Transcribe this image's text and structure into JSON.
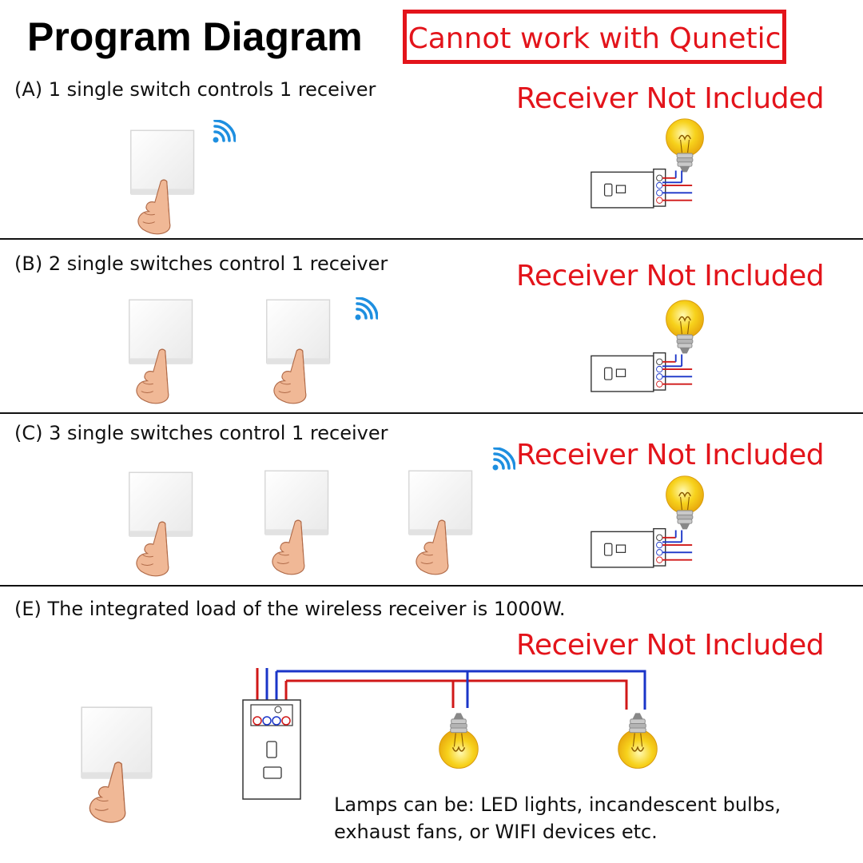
{
  "header": {
    "title": "Program Diagram",
    "warning": "Cannot work with Qunetic"
  },
  "sections": [
    {
      "label": "(A) 1 single switch controls 1 receiver",
      "notice": "Receiver Not Included",
      "switch_count": 1
    },
    {
      "label": "(B) 2 single switches control 1 receiver",
      "notice": "Receiver Not Included",
      "switch_count": 2
    },
    {
      "label": "(C) 3 single switches control 1 receiver",
      "notice": "Receiver Not Included",
      "switch_count": 3
    },
    {
      "label": "(E) The integrated load of the wireless receiver is 1000W.",
      "notice": "Receiver Not Included",
      "lamp_count": 2
    }
  ],
  "note": {
    "line1": "Lamps can be: LED lights, incandescent bulbs,",
    "line2": "exhaust fans, or WIFI devices etc."
  },
  "icons": {
    "switch": "wall-switch-icon",
    "finger": "pressing-finger-icon",
    "signal": "wireless-signal-icon",
    "bulb": "light-bulb-icon",
    "receiver": "receiver-module-icon"
  },
  "colors": {
    "accent_red": "#e3141b",
    "signal_blue": "#1e8fe0",
    "wire_red": "#d01818",
    "wire_blue": "#1a35c8",
    "bulb_yellow": "#f7d21c"
  }
}
